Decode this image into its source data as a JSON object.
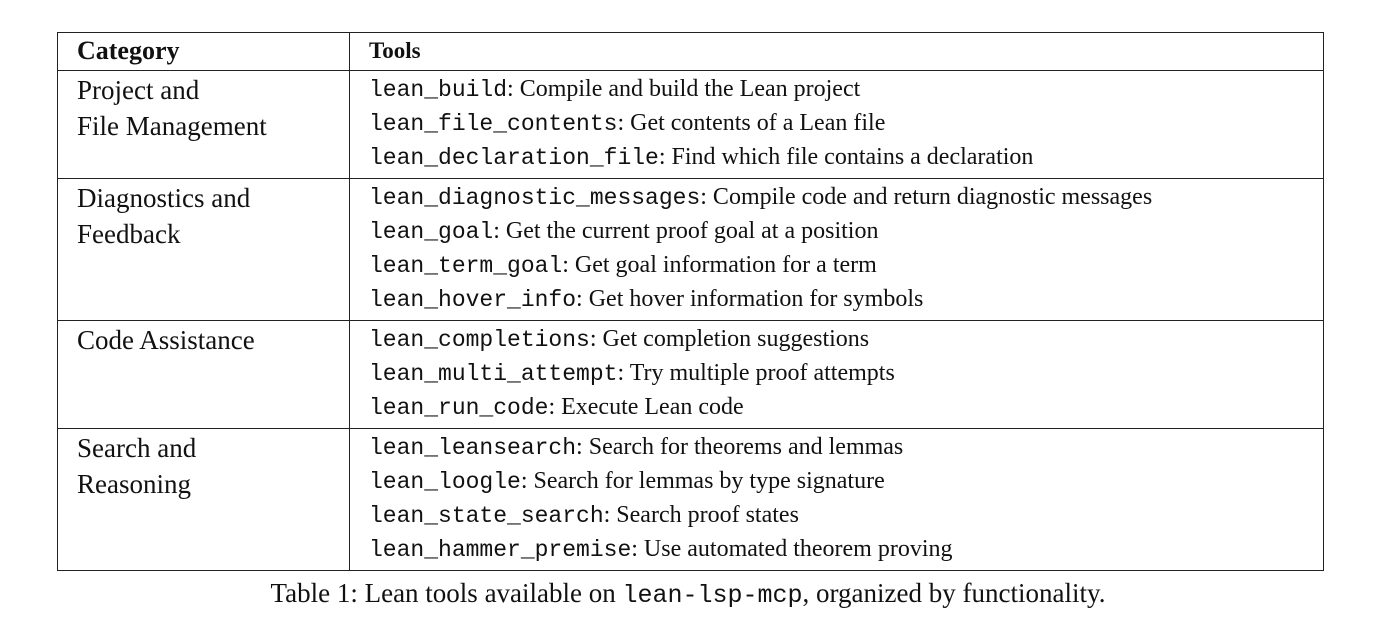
{
  "table": {
    "headers": {
      "category": "Category",
      "tools": "Tools"
    },
    "rows": [
      {
        "category_lines": [
          "Project and",
          "File Management"
        ],
        "tools": [
          {
            "name": "lean_build",
            "desc": ": Compile and build the Lean project"
          },
          {
            "name": "lean_file_contents",
            "desc": ": Get contents of a Lean file"
          },
          {
            "name": "lean_declaration_file",
            "desc": ": Find which file contains a declaration"
          }
        ]
      },
      {
        "category_lines": [
          "Diagnostics and",
          "Feedback"
        ],
        "tools": [
          {
            "name": "lean_diagnostic_messages",
            "desc": ": Compile code and return diagnostic messages"
          },
          {
            "name": "lean_goal",
            "desc": ": Get the current proof goal at a position"
          },
          {
            "name": "lean_term_goal",
            "desc": ": Get goal information for a term"
          },
          {
            "name": "lean_hover_info",
            "desc": ": Get hover information for symbols"
          }
        ]
      },
      {
        "category_lines": [
          "Code Assistance"
        ],
        "tools": [
          {
            "name": "lean_completions",
            "desc": ": Get completion suggestions"
          },
          {
            "name": "lean_multi_attempt",
            "desc": ": Try multiple proof attempts"
          },
          {
            "name": "lean_run_code",
            "desc": ": Execute Lean code"
          }
        ]
      },
      {
        "category_lines": [
          "Search and",
          "Reasoning"
        ],
        "tools": [
          {
            "name": "lean_leansearch",
            "desc": ": Search for theorems and lemmas"
          },
          {
            "name": "lean_loogle",
            "desc": ": Search for lemmas by type signature"
          },
          {
            "name": "lean_state_search",
            "desc": ": Search proof states"
          },
          {
            "name": "lean_hammer_premise",
            "desc": ": Use automated theorem proving"
          }
        ]
      }
    ]
  },
  "caption": {
    "prefix": "Table 1: Lean tools available on ",
    "code": "lean-lsp-mcp",
    "suffix": ", organized by functionality."
  }
}
